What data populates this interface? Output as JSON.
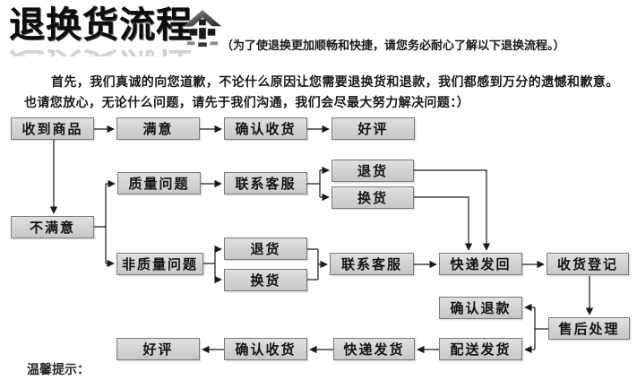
{
  "header": {
    "title": "退换货流程",
    "icon": "house-up-arrow-icon",
    "subtitle": "（为了使退换更加顺畅和快捷，请您务必耐心了解以下退换流程。）"
  },
  "intro": {
    "text": "首先，我们真诚的向您道歉，不论什么原因让您需要退换货和退款，我们都感到万分的遗憾和歉意。也请您放心，无论什么问题，请先于我们沟通，我们会尽最大努力解决问题：）"
  },
  "flowchart": {
    "nodes": [
      {
        "id": "received-goods",
        "label": "收到商品"
      },
      {
        "id": "satisfied",
        "label": "满意"
      },
      {
        "id": "confirm-receipt-1",
        "label": "确认收货"
      },
      {
        "id": "good-review-1",
        "label": "好评"
      },
      {
        "id": "quality-issue",
        "label": "质量问题"
      },
      {
        "id": "contact-service-1",
        "label": "联系客服"
      },
      {
        "id": "return-goods-1",
        "label": "退货"
      },
      {
        "id": "exchange-goods-1",
        "label": "换货"
      },
      {
        "id": "unsatisfied",
        "label": "不满意"
      },
      {
        "id": "non-quality-issue",
        "label": "非质量问题"
      },
      {
        "id": "return-goods-2",
        "label": "退货"
      },
      {
        "id": "exchange-goods-2",
        "label": "换货"
      },
      {
        "id": "contact-service-2",
        "label": "联系客服"
      },
      {
        "id": "express-send-back",
        "label": "快递发回"
      },
      {
        "id": "receipt-register",
        "label": "收货登记"
      },
      {
        "id": "confirm-refund",
        "label": "确认退款"
      },
      {
        "id": "after-sales",
        "label": "售后处理"
      },
      {
        "id": "dispatch-shipping",
        "label": "配送发货"
      },
      {
        "id": "express-shipping",
        "label": "快递发货"
      },
      {
        "id": "confirm-receipt-2",
        "label": "确认收货"
      },
      {
        "id": "good-review-2",
        "label": "好评"
      }
    ],
    "edges": [
      {
        "from": "received-goods",
        "to": "satisfied"
      },
      {
        "from": "satisfied",
        "to": "confirm-receipt-1"
      },
      {
        "from": "confirm-receipt-1",
        "to": "good-review-1"
      },
      {
        "from": "received-goods",
        "to": "unsatisfied"
      },
      {
        "from": "unsatisfied",
        "to": "quality-issue"
      },
      {
        "from": "unsatisfied",
        "to": "non-quality-issue"
      },
      {
        "from": "quality-issue",
        "to": "contact-service-1"
      },
      {
        "from": "contact-service-1",
        "to": "return-goods-1"
      },
      {
        "from": "contact-service-1",
        "to": "exchange-goods-1"
      },
      {
        "from": "return-goods-1",
        "to": "express-send-back"
      },
      {
        "from": "exchange-goods-1",
        "to": "express-send-back"
      },
      {
        "from": "non-quality-issue",
        "to": "return-goods-2"
      },
      {
        "from": "non-quality-issue",
        "to": "exchange-goods-2"
      },
      {
        "from": "return-goods-2",
        "to": "contact-service-2"
      },
      {
        "from": "exchange-goods-2",
        "to": "contact-service-2"
      },
      {
        "from": "contact-service-2",
        "to": "express-send-back"
      },
      {
        "from": "express-send-back",
        "to": "receipt-register"
      },
      {
        "from": "receipt-register",
        "to": "after-sales"
      },
      {
        "from": "after-sales",
        "to": "confirm-refund"
      },
      {
        "from": "after-sales",
        "to": "dispatch-shipping"
      },
      {
        "from": "dispatch-shipping",
        "to": "express-shipping"
      },
      {
        "from": "express-shipping",
        "to": "confirm-receipt-2"
      },
      {
        "from": "confirm-receipt-2",
        "to": "good-review-2"
      }
    ]
  },
  "footer": {
    "tip_label": "温馨提示："
  },
  "colors": {
    "background": "#ffffff",
    "box_fill_top": "#e0e0e0",
    "box_fill_bottom": "#c7c7c7",
    "box_border": "#7a7a7a",
    "connector_line": "#1a1a1a",
    "text": "#111111"
  }
}
